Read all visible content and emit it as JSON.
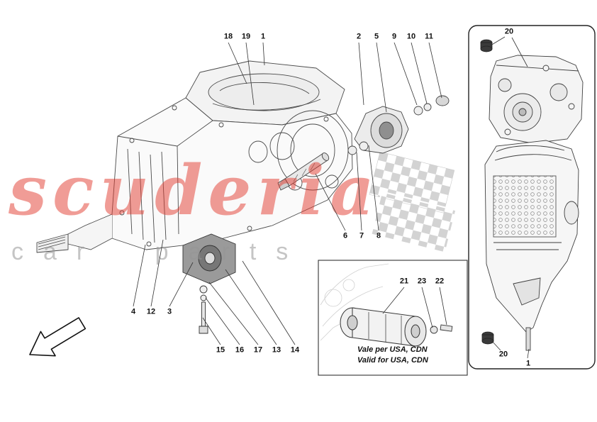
{
  "page": {
    "title": "Gearbox parts diagram",
    "background_color": "#ffffff"
  },
  "watermark": {
    "line1": "scuderia",
    "line2": "car parts",
    "primary_color": "#e23a2e",
    "secondary_color": "#9a9a9a"
  },
  "note_box": {
    "line1": "Vale per USA, CDN",
    "line2": "Valid for USA, CDN"
  },
  "icons": {
    "direction_arrow": "outline-arrow-down-left",
    "checkered_flag": "checkered-flag",
    "oil_plug": "plug-icon"
  },
  "callouts": [
    {
      "label": "18"
    },
    {
      "label": "19"
    },
    {
      "label": "1"
    },
    {
      "label": "2"
    },
    {
      "label": "5"
    },
    {
      "label": "9"
    },
    {
      "label": "10"
    },
    {
      "label": "11"
    },
    {
      "label": "20"
    },
    {
      "label": "6"
    },
    {
      "label": "7"
    },
    {
      "label": "8"
    },
    {
      "label": "4"
    },
    {
      "label": "12"
    },
    {
      "label": "3"
    },
    {
      "label": "21"
    },
    {
      "label": "23"
    },
    {
      "label": "22"
    },
    {
      "label": "15"
    },
    {
      "label": "16"
    },
    {
      "label": "17"
    },
    {
      "label": "13"
    },
    {
      "label": "14"
    },
    {
      "label": "20"
    },
    {
      "label": "1"
    }
  ]
}
